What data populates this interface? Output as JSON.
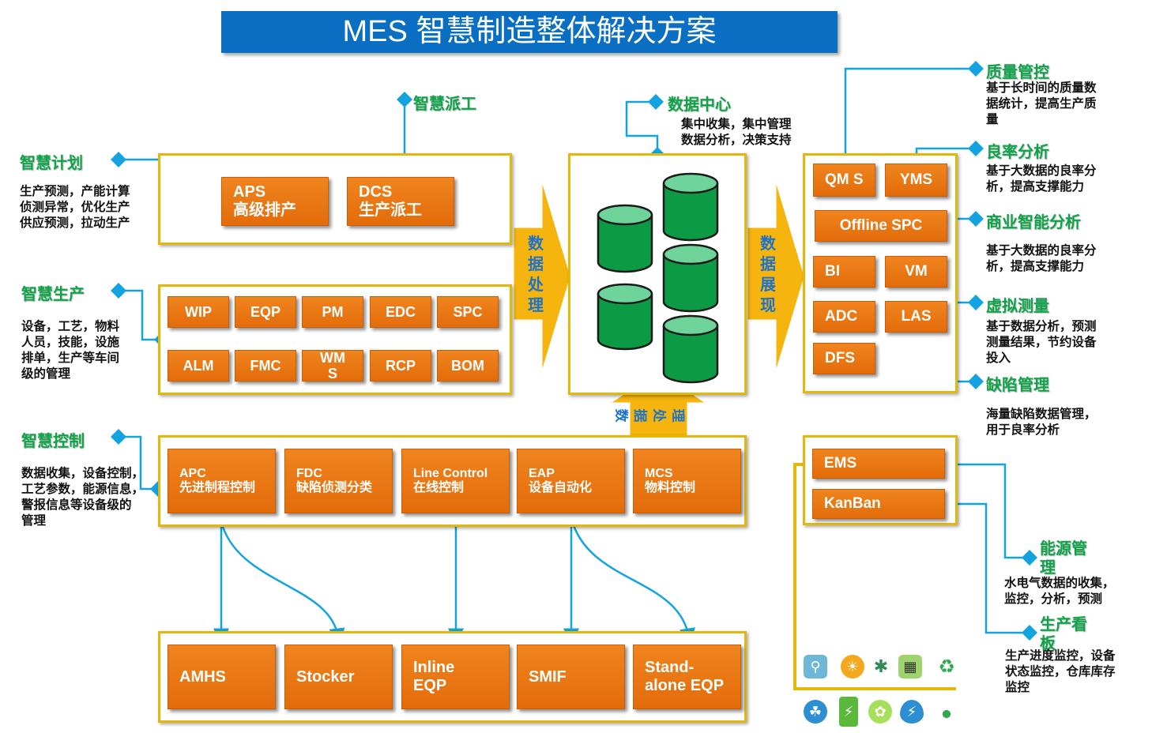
{
  "title": "MES 智慧制造整体解决方案",
  "left": {
    "plan": {
      "label": "智慧计划",
      "desc": [
        "生产预测，产能计算",
        "侦测异常，优化生产",
        "供应预测，拉动生产"
      ]
    },
    "production": {
      "label": "智慧生产",
      "desc": [
        "设备，工艺，物料",
        "人员，技能，设施",
        "排单，生产等车间",
        "级的管理"
      ]
    },
    "control": {
      "label": "智慧控制",
      "desc": [
        "数据收集，设备控制，",
        "工艺参数，能源信息，",
        "警报信息等设备级的",
        "管理"
      ]
    },
    "dispatch": {
      "label": "智慧派工"
    }
  },
  "plan_box": {
    "aps": {
      "line1": "APS",
      "line2": "高级排产"
    },
    "dcs": {
      "line1": "DCS",
      "line2": "生产派工"
    }
  },
  "production_box": {
    "row1": [
      "WIP",
      "EQP",
      "PM",
      "EDC",
      "SPC"
    ],
    "row2": [
      "ALM",
      "FMC",
      "WM S",
      "RCP",
      "BOM"
    ]
  },
  "control_box": [
    {
      "line1": "APC",
      "line2": "先进制程控制"
    },
    {
      "line1": "FDC",
      "line2": "缺陷侦测分类"
    },
    {
      "line1": "Line Control",
      "line2": "在线控制"
    },
    {
      "line1": "EAP",
      "line2": "设备自动化"
    },
    {
      "line1": "MCS",
      "line2": "物料控制"
    }
  ],
  "equipment_box": [
    {
      "line1": "AMHS",
      "line2": ""
    },
    {
      "line1": "Stocker",
      "line2": ""
    },
    {
      "line1": "Inline",
      "line2": "EQP"
    },
    {
      "line1": "SMIF",
      "line2": ""
    },
    {
      "line1": "Stand-",
      "line2": "alone EQP"
    }
  ],
  "arrows": {
    "process_left": [
      "数",
      "据",
      "处",
      "理"
    ],
    "display_right": [
      "数",
      "据",
      "展",
      "现"
    ],
    "process_up": [
      "数",
      "据",
      "处",
      "理"
    ]
  },
  "data_center": {
    "label": "数据中心",
    "desc": [
      "集中收集，集中管理",
      "数据分析，决策支持"
    ]
  },
  "right_box": {
    "qms": "QM S",
    "yms": "YMS",
    "offline_spc": "Offline SPC",
    "bi": "BI",
    "vm": "VM",
    "adc": "ADC",
    "las": "LAS",
    "dfs": "DFS"
  },
  "right_labels": {
    "quality": {
      "label": "质量管控",
      "desc": [
        "基于长时间的质量数",
        "据统计，提高生产质",
        "量"
      ]
    },
    "yield": {
      "label": "良率分析",
      "desc": [
        "基于大数据的良率分",
        "析，提高支撑能力"
      ]
    },
    "bi": {
      "label": "商业智能分析",
      "desc": [
        "基于大数据的良率分",
        "析，提高支撑能力"
      ]
    },
    "vm": {
      "label": "虚拟测量",
      "desc": [
        "基于数据分析，预测",
        "测量结果，节约设备",
        "投入"
      ]
    },
    "defect": {
      "label": "缺陷管理",
      "desc": [
        "海量缺陷数据管理，",
        "用于良率分析"
      ]
    }
  },
  "energy_box": {
    "ems": "EMS",
    "kanban": "KanBan"
  },
  "energy": {
    "label_l1": "能源管",
    "label_l2": "理",
    "desc": [
      "水电气数据的收集，",
      "监控，分析，预测"
    ]
  },
  "kanban_label": {
    "label_l1": "生产看",
    "label_l2": "板",
    "desc": [
      "生产进度监控，设备",
      "状态监控，仓库库存",
      "监控"
    ]
  },
  "colors": {
    "orange": "#e36c0a",
    "gold": "#e2b80d",
    "green_label": "#11a24a",
    "blue": "#0a6fc2",
    "line_blue": "#12a3e0",
    "cyl_green": "#0d9a45"
  },
  "icons": [
    "faucet-icon",
    "sun-icon",
    "wind-turbine-icon",
    "solar-panel-icon",
    "recycle-icon",
    "earth-plant-icon",
    "battery-icon",
    "eco-bulb-icon",
    "water-drop-icon",
    "bicycle-icon"
  ]
}
